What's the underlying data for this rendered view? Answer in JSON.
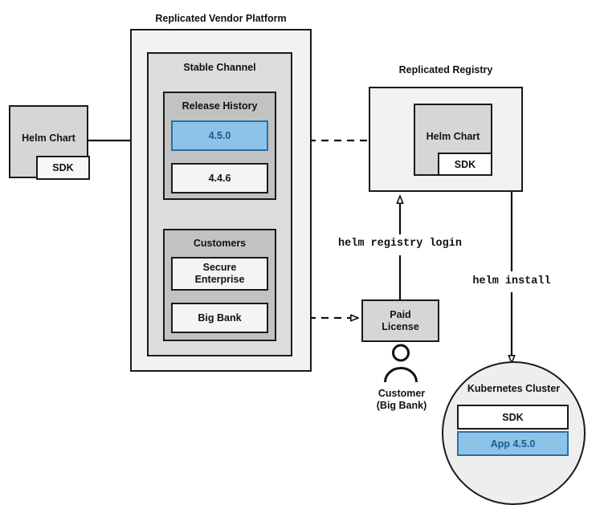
{
  "diagram": {
    "title_platform": "Replicated Vendor Platform",
    "title_registry": "Replicated Registry",
    "source_chart": {
      "label": "Helm Chart",
      "sdk_label": "SDK"
    },
    "platform": {
      "channel_label": "Stable Channel",
      "release_history": {
        "heading": "Release History",
        "releases": [
          {
            "version": "4.5.0",
            "highlighted": true
          },
          {
            "version": "4.4.6",
            "highlighted": false
          }
        ]
      },
      "customers": {
        "heading": "Customers",
        "entries": [
          {
            "name": "Secure\nEnterprise"
          },
          {
            "name": "Big Bank"
          }
        ],
        "entry_secure_enterprise_line1": "Secure",
        "entry_secure_enterprise_line2": "Enterprise",
        "entry_big_bank": "Big Bank"
      }
    },
    "registry": {
      "chart_label": "Helm Chart",
      "sdk_label": "SDK"
    },
    "license": {
      "line1": "Paid",
      "line2": "License"
    },
    "customer_actor": {
      "line1": "Customer",
      "line2": "(Big Bank)"
    },
    "commands": {
      "registry_login": "helm registry login",
      "install": "helm install"
    },
    "cluster": {
      "title": "Kubernetes Cluster",
      "sdk_label": "SDK",
      "app_label": "App 4.5.0"
    },
    "colors": {
      "highlight_fill": "#8ec3e8",
      "highlight_border": "#2a6ea8",
      "highlight_text": "#1a5c8f",
      "stroke": "#1a1a1a",
      "platform_fill": "#f2f2f2",
      "channel_fill": "#dcdcdc",
      "group_fill": "#c2c2c2",
      "chart_fill": "#d6d6d6"
    }
  }
}
